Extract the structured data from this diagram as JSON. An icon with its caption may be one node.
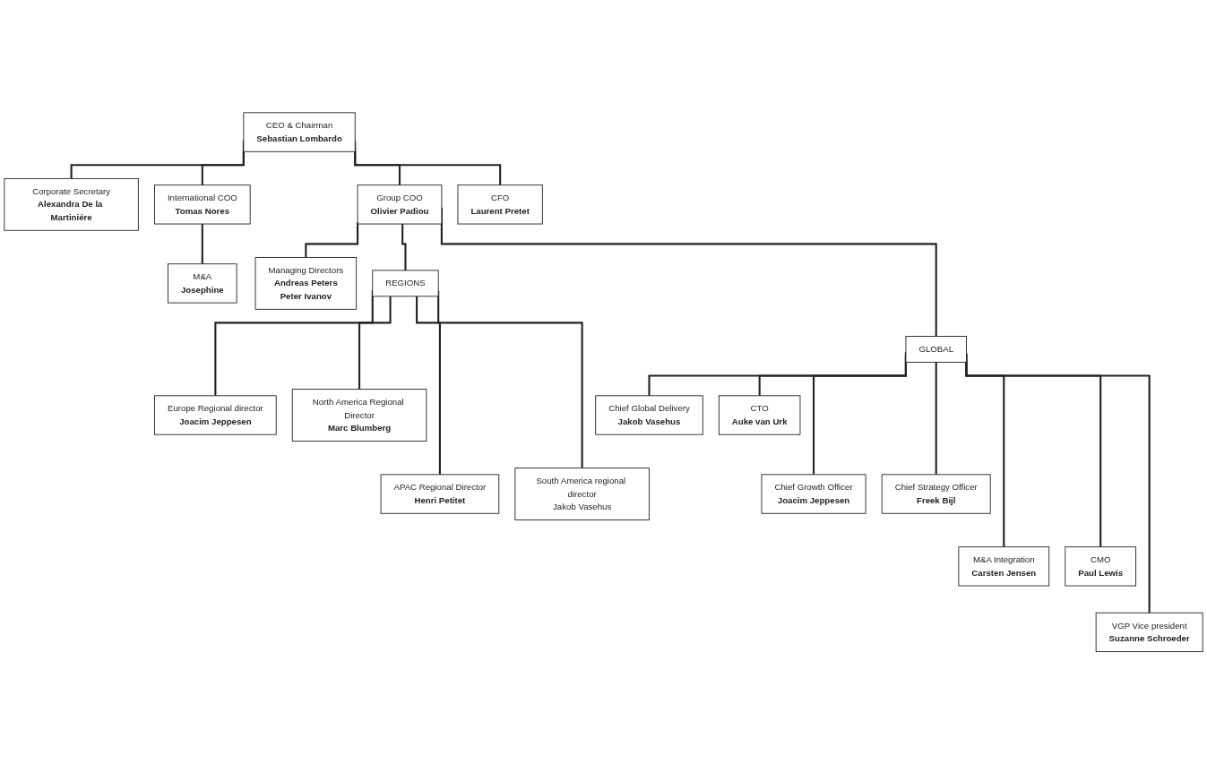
{
  "diagram": {
    "nodes": [
      {
        "text": [
          "CEO & Chairman",
          "Sebastian Lombardo"
        ]
      },
      {
        "text": [
          "Corporate Secretary",
          "Alexandra De la Martiniére"
        ]
      },
      {
        "text": [
          "International COO",
          "Tomas Nores"
        ]
      },
      {
        "text": [
          "Group COO",
          "Olivier Padiou"
        ]
      },
      {
        "text": [
          "CFO",
          "Laurent Pretet"
        ]
      },
      {
        "text": [
          "M&A",
          "Josephine"
        ]
      },
      {
        "text": [
          "Managing Directors",
          "Andreas Peters",
          "Peter Ivanov"
        ]
      },
      {
        "text": [
          "REGIONS"
        ]
      },
      {
        "text": [
          "GLOBAL"
        ]
      },
      {
        "text": [
          "Europe Regional director",
          "Joacim Jeppesen"
        ]
      },
      {
        "text": [
          "North America Regional Director",
          "Marc Blumberg"
        ]
      },
      {
        "text": [
          "APAC Regional Director",
          "Henri Petitet"
        ]
      },
      {
        "text": [
          "South America regional director",
          "Jakob Vasehus"
        ]
      },
      {
        "text": [
          "Chief Global Delivery",
          "Jakob Vasehus"
        ]
      },
      {
        "text": [
          "CTO",
          "Auke van Urk"
        ]
      },
      {
        "text": [
          "Chief Growth Officer",
          "Joacim Jeppesen"
        ]
      },
      {
        "text": [
          "Chief Strategy Officer",
          "Freek Bijl"
        ]
      },
      {
        "text": [
          "M&A Integration",
          "Carsten Jensen"
        ]
      },
      {
        "text": [
          "CMO",
          "Paul Lewis"
        ]
      },
      {
        "text": [
          "VGP Vice president",
          "Suzanne Schroeder"
        ]
      }
    ],
    "edges": [
      {
        "from": 0,
        "to": 1,
        "arrow": "none"
      },
      {
        "from": 0,
        "to": 2,
        "arrow": "none"
      },
      {
        "from": 0,
        "to": 3,
        "arrow": "none"
      },
      {
        "from": 0,
        "to": 4,
        "arrow": "none"
      },
      {
        "from": 2,
        "to": 5,
        "arrow": "none"
      },
      {
        "from": 3,
        "to": 6,
        "arrow": "none"
      },
      {
        "from": 3,
        "to": 7,
        "arrow": "none"
      },
      {
        "from": 3,
        "to": 8,
        "arrow": "none"
      },
      {
        "from": 7,
        "to": 9,
        "arrow": "none"
      },
      {
        "from": 7,
        "to": 10,
        "arrow": "none"
      },
      {
        "from": 7,
        "to": 11,
        "arrow": "none"
      },
      {
        "from": 7,
        "to": 12,
        "arrow": "none"
      },
      {
        "from": 8,
        "to": 13,
        "arrow": "none"
      },
      {
        "from": 8,
        "to": 14,
        "arrow": "none"
      },
      {
        "from": 8,
        "to": 15,
        "arrow": "none"
      },
      {
        "from": 8,
        "to": 16,
        "arrow": "none"
      },
      {
        "from": 8,
        "to": 17,
        "arrow": "none"
      },
      {
        "from": 8,
        "to": 18,
        "arrow": "none"
      },
      {
        "from": 8,
        "to": 19,
        "arrow": "none"
      }
    ]
  }
}
